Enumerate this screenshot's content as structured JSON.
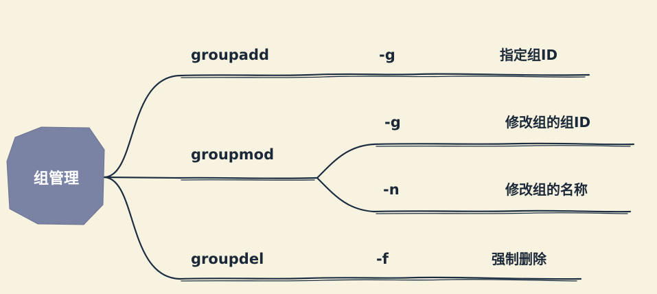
{
  "root": {
    "label": "组管理",
    "fill_color": "#7a83a4"
  },
  "colors": {
    "background": "#f8f3e1",
    "line": "#1b2d40",
    "text": "#1a2838"
  },
  "commands": [
    {
      "name": "groupadd",
      "options": [
        {
          "flag": "-g",
          "description": "指定组ID"
        }
      ]
    },
    {
      "name": "groupmod",
      "options": [
        {
          "flag": "-g",
          "description": "修改组的组ID"
        },
        {
          "flag": "-n",
          "description": "修改组的名称"
        }
      ]
    },
    {
      "name": "groupdel",
      "options": [
        {
          "flag": "-f",
          "description": "强制删除"
        }
      ]
    }
  ]
}
